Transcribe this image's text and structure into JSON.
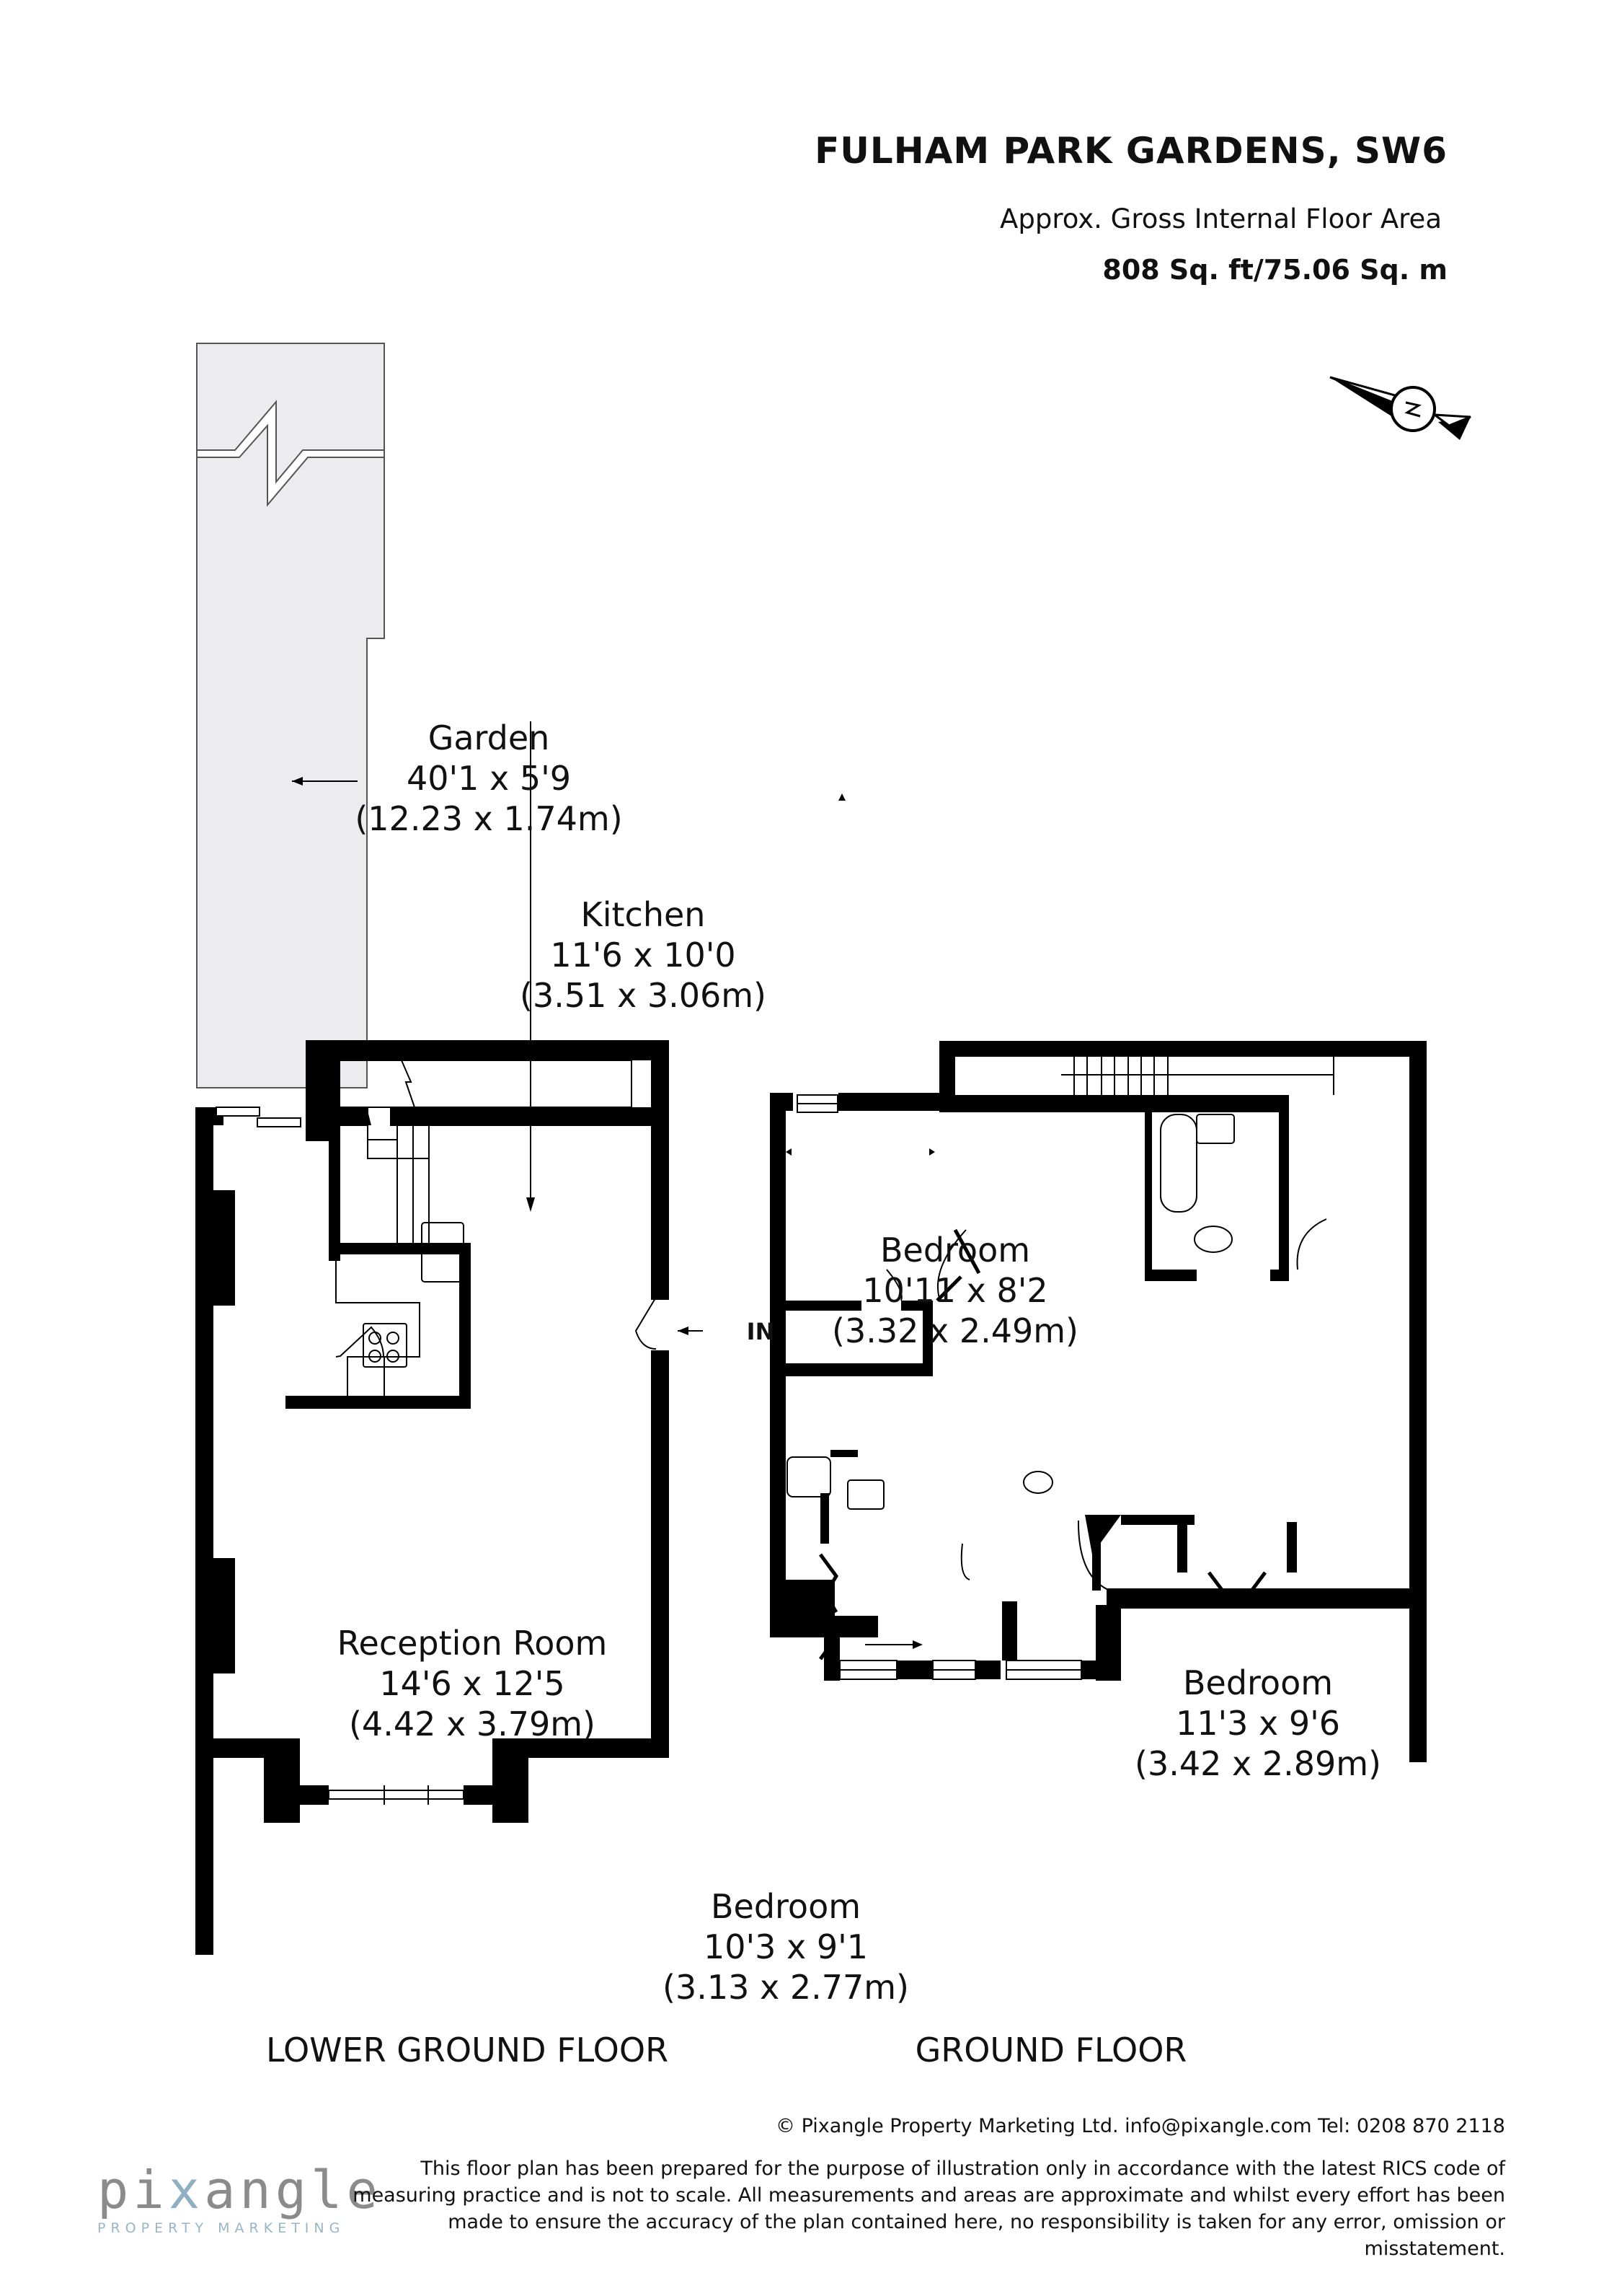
{
  "header": {
    "title": "FULHAM PARK GARDENS, SW6",
    "subtitle": "Approx. Gross Internal Floor Area",
    "area": "808 Sq. ft/75.06 Sq. m"
  },
  "compass": {
    "icon": "north-arrow-icon",
    "label": "N"
  },
  "rooms": {
    "garden": {
      "name": "Garden",
      "imperial": "40'1 x 5'9",
      "metric": "(12.23 x 1.74m)"
    },
    "kitchen": {
      "name": "Kitchen",
      "imperial": "11'6 x 10'0",
      "metric": "(3.51 x 3.06m)"
    },
    "reception": {
      "name": "Reception Room",
      "imperial": "14'6 x 12'5",
      "metric": "(4.42 x 3.79m)"
    },
    "bedroom1": {
      "name": "Bedroom",
      "imperial": "10'11 x 8'2",
      "metric": "(3.32 x 2.49m)"
    },
    "bedroom2": {
      "name": "Bedroom",
      "imperial": "11'3 x 9'6",
      "metric": "(3.42 x 2.89m)"
    },
    "bedroom3": {
      "name": "Bedroom",
      "imperial": "10'3 x 9'1",
      "metric": "(3.13 x 2.77m)"
    }
  },
  "entrance": {
    "label": "IN"
  },
  "floors": {
    "lower": "LOWER GROUND FLOOR",
    "ground": "GROUND FLOOR"
  },
  "footer": {
    "copyright": "© Pixangle Property Marketing Ltd. info@pixangle.com Tel: 0208 870 2118",
    "disclaimer": "This floor plan has been prepared for the purpose of illustration only in accordance with the latest RICS code of measuring practice and is not to scale. All measurements and areas are approximate and whilst every effort has been made to ensure the accuracy of the plan contained here, no responsibility is taken for any error, omission or misstatement.",
    "logo_pre": "pi",
    "logo_x": "x",
    "logo_post": "angle",
    "logo_sub": "PROPERTY MARKETING"
  },
  "colors": {
    "wall": "#000000",
    "garden": "#ececee",
    "logo_grey": "#8b8b8b",
    "logo_blue": "#8fb0c2"
  }
}
